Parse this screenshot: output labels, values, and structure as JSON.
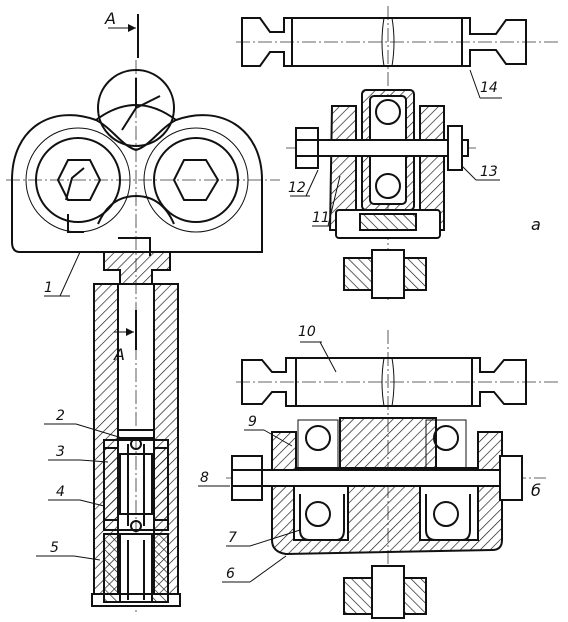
{
  "section": {
    "label_top": "A",
    "label_bottom": "A"
  },
  "view_labels": {
    "a": "а",
    "b": "б"
  },
  "part_labels": {
    "p1": "1",
    "p2": "2",
    "p3": "3",
    "p4": "4",
    "p5": "5",
    "p6": "6",
    "p7": "7",
    "p8": "8",
    "p9": "9",
    "p10": "10",
    "p11": "11",
    "p12": "12",
    "p13": "13",
    "p14": "14"
  }
}
